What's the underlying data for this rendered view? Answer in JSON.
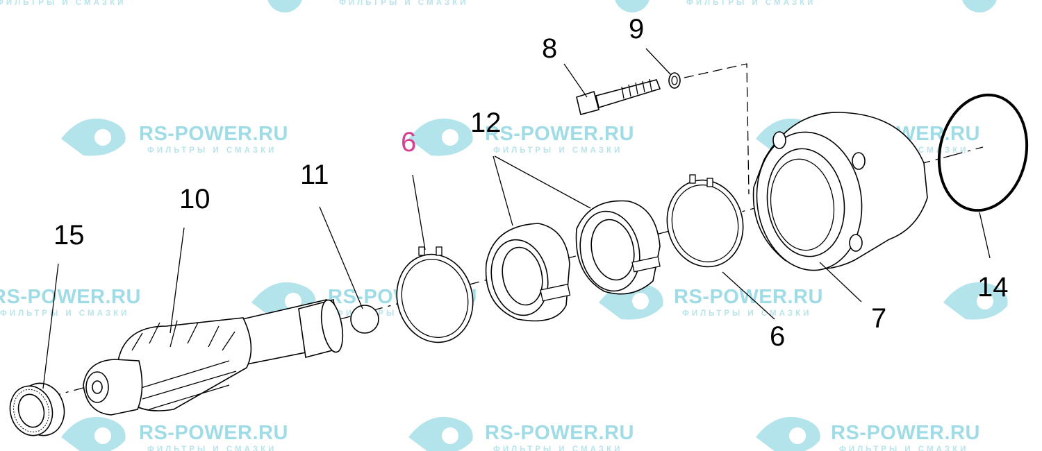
{
  "watermark": {
    "title": "RS-POWER.RU",
    "subtitle": "ФИЛЬТРЫ И СМАЗКИ"
  },
  "callouts": {
    "c8": "8",
    "c9": "9",
    "c12": "12",
    "c6_top": "6",
    "c11": "11",
    "c10": "10",
    "c15": "15",
    "c6_bottom": "6",
    "c7": "7",
    "c14": "14"
  },
  "colors": {
    "callout": "#000000",
    "callout_highlight": "#d6408f",
    "watermark": "#9fdce6"
  }
}
